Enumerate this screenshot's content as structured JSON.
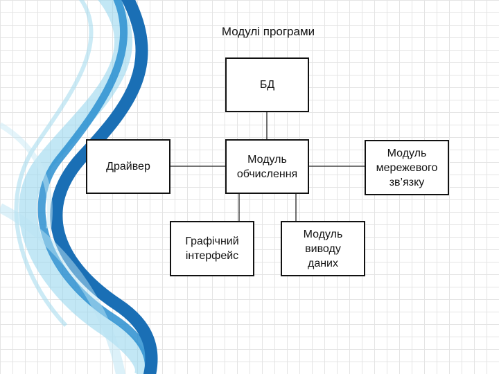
{
  "title": "Модулі програми",
  "colors": {
    "swirl_dark": "#1a6fb5",
    "swirl_mid": "#2b8fd0",
    "swirl_light": "#8fd4ec",
    "lines": "#222222"
  },
  "nodes": {
    "db": "БД",
    "compute": "Модуль\nобчислення",
    "driver": "Драйвер",
    "network": "Модуль\nмережевого\nзв’язку",
    "gui": "Графічний\nінтерфейс",
    "output": "Модуль\nвиводу\nданих"
  }
}
